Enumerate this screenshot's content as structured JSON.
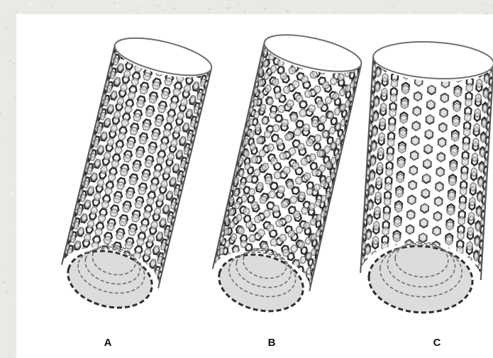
{
  "figure": {
    "labels": [
      "A",
      "B",
      "C"
    ],
    "colors": {
      "page_background": "#e9e9e5",
      "panel_background": "#ffffff",
      "bond_dark": "#2e2e2e",
      "bond_mid": "#6f6f6f",
      "bond_light": "#f4f4f4"
    }
  }
}
